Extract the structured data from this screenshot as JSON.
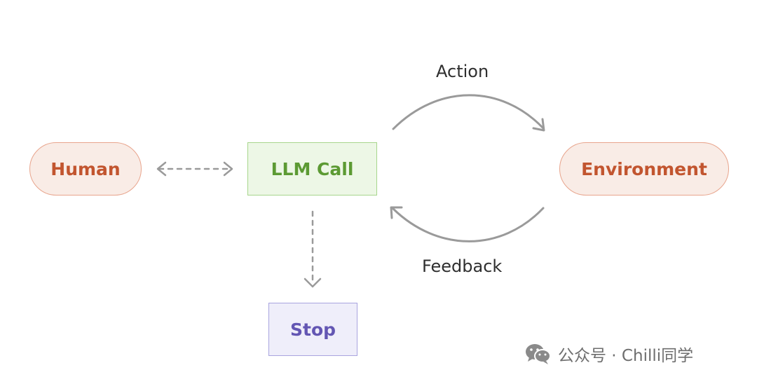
{
  "nodes": {
    "human": "Human",
    "llm_call": "LLM Call",
    "environment": "Environment",
    "stop": "Stop"
  },
  "edges": {
    "action": "Action",
    "feedback": "Feedback"
  },
  "watermark": {
    "text": "公众号 · Chilli同学",
    "icon": "wechat-icon"
  },
  "colors": {
    "human_env_fill": "#f9ece6",
    "human_env_border": "#e8a48c",
    "human_env_text": "#c2552f",
    "llm_fill": "#edf7e6",
    "llm_border": "#a7d68c",
    "llm_text": "#5c9a33",
    "stop_fill": "#efeefa",
    "stop_border": "#a9a4df",
    "stop_text": "#6356b3",
    "arrow": "#9a9a9a"
  }
}
